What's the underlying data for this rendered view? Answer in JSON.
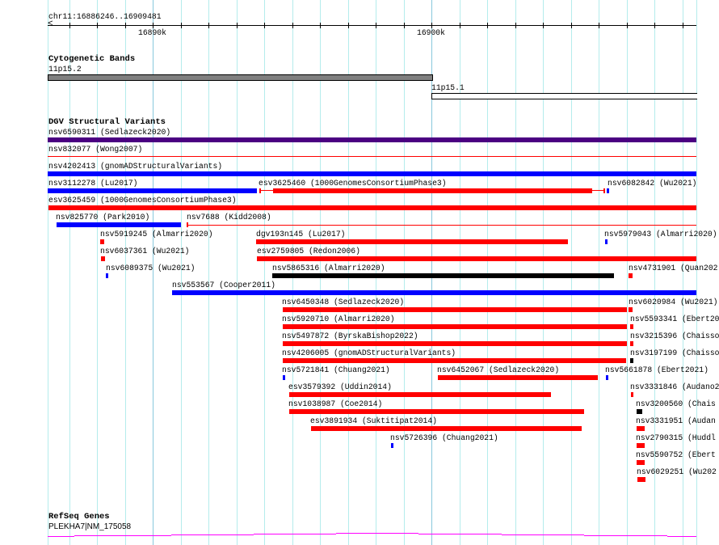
{
  "ruler": {
    "location": "chr11:16886246..16909481",
    "tick_labels": [
      "16890k",
      "16900k"
    ]
  },
  "tracks": {
    "cytoband": {
      "title": "Cytogenetic Bands",
      "bands": [
        {
          "label": "11p15.2",
          "color": "#808080"
        },
        {
          "label": "11p15.1",
          "color": "#ffffff"
        }
      ]
    },
    "dgv": {
      "title": "DGV Structural Variants",
      "features": [
        {
          "label": "nsv6590311 (Sedlazeck2020)",
          "color": "#4b0082"
        },
        {
          "label": "nsv832077 (Wong2007)",
          "color": "#ff0000"
        },
        {
          "label": "nsv4202413 (gnomADStructuralVariants)",
          "color": "#0000ff"
        },
        {
          "label": "nsv3112278 (Lu2017)",
          "color": "#0000ff"
        },
        {
          "label": "esv3625460 (1000GenomesConsortiumPhase3)",
          "color": "#ff0000"
        },
        {
          "label": "nsv6082842 (Wu2021)",
          "color": "#0000ff"
        },
        {
          "label": "esv3625459 (1000GenomesConsortiumPhase3)",
          "color": "#ff0000"
        },
        {
          "label": "nsv825770 (Park2010)",
          "color": "#0000ff"
        },
        {
          "label": "nsv7688 (Kidd2008)",
          "color": "#ff0000"
        },
        {
          "label": "nsv5919245 (Almarri2020)",
          "color": "#ff0000"
        },
        {
          "label": "dgv193n145 (Lu2017)",
          "color": "#ff0000"
        },
        {
          "label": "nsv5979043 (Almarri2020)",
          "color": "#0000ff"
        },
        {
          "label": "nsv6037361 (Wu2021)",
          "color": "#ff0000"
        },
        {
          "label": "esv2759805 (Redon2006)",
          "color": "#ff0000"
        },
        {
          "label": "nsv6089375 (Wu2021)",
          "color": "#0000ff"
        },
        {
          "label": "nsv5865316 (Almarri2020)",
          "color": "#000000"
        },
        {
          "label": "nsv4731901 (Quan202",
          "color": "#ff0000"
        },
        {
          "label": "nsv553567 (Cooper2011)",
          "color": "#0000ff"
        },
        {
          "label": "nsv6450348 (Sedlazeck2020)",
          "color": "#ff0000"
        },
        {
          "label": "nsv6020984 (Wu2021)",
          "color": "#ff0000"
        },
        {
          "label": "nsv5920710 (Almarri2020)",
          "color": "#ff0000"
        },
        {
          "label": "nsv5593341 (Ebert20",
          "color": "#ff0000"
        },
        {
          "label": "nsv5497872 (ByrskaBishop2022)",
          "color": "#ff0000"
        },
        {
          "label": "nsv3215396 (Chaisso",
          "color": "#ff0000"
        },
        {
          "label": "nsv4206005 (gnomADStructuralVariants)",
          "color": "#ff0000"
        },
        {
          "label": "nsv3197199 (Chaisso",
          "color": "#000000"
        },
        {
          "label": "nsv5721841 (Chuang2021)",
          "color": "#0000ff"
        },
        {
          "label": "nsv6452067 (Sedlazeck2020)",
          "color": "#ff0000"
        },
        {
          "label": "nsv5661878 (Ebert2021)",
          "color": "#0000ff"
        },
        {
          "label": "esv3579392 (Uddin2014)",
          "color": "#ff0000"
        },
        {
          "label": "nsv3331846 (Audano2",
          "color": "#ff0000"
        },
        {
          "label": "nsv1038987 (Coe2014)",
          "color": "#ff0000"
        },
        {
          "label": "nsv3200560 (Chais",
          "color": "#000000"
        },
        {
          "label": "esv3891934 (Suktitipat2014)",
          "color": "#ff0000"
        },
        {
          "label": "nsv3331951 (Audan",
          "color": "#ff0000"
        },
        {
          "label": "nsv5726396 (Chuang2021)",
          "color": "#0000ff"
        },
        {
          "label": "nsv2790315 (Huddl",
          "color": "#ff0000"
        },
        {
          "label": "nsv5590752 (Ebert",
          "color": "#ff0000"
        },
        {
          "label": "nsv6029251 (Wu202",
          "color": "#ff0000"
        }
      ]
    },
    "refseq": {
      "title": "RefSeq Genes",
      "gene_label": "PLEKHA7|NM_175058",
      "color": "#ff00ff"
    }
  }
}
